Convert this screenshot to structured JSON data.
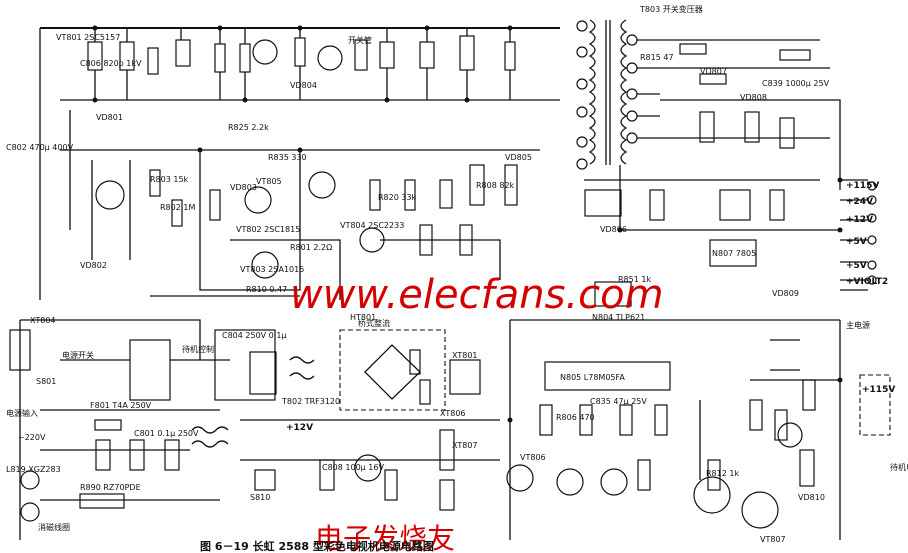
{
  "caption": "图 6－19  长虹 2588 型彩色电视机电源电路图",
  "watermark": {
    "site": "www.elecfans.com",
    "brand": "电子发烧友"
  },
  "labels": {
    "transformer": "T803 开关变压器",
    "switch_tube": "开关管",
    "power_switch": "电源开关",
    "power_input": "电源输入",
    "ac_input": "~220V",
    "degauss": "消磁线圈",
    "standby": "待机控制",
    "bridge": "桥式整流",
    "main_power": "主电源",
    "standby_power": "待机电源",
    "xt801": "XT801",
    "xt804": "XT804",
    "xt806": "XT806",
    "xt807": "XT807"
  },
  "outputs": [
    "+115V",
    "+24V",
    "+12V",
    "+5V",
    "+5V",
    "+VIOLT2",
    "+12V",
    "+115V"
  ],
  "components": {
    "q_primary": [
      "VT801 2SC5157",
      "VT802 2SC1815",
      "VT803 2SA1015",
      "VT804 2SC2233",
      "VT805",
      "VT806",
      "VT807"
    ],
    "ic": [
      "N805 L78M05FA",
      "N807 7805",
      "N804 TLP621"
    ],
    "diodes": [
      "VD801",
      "VD802",
      "VD803",
      "VD804",
      "VD805",
      "VD806",
      "VD807",
      "VD808",
      "VD809",
      "VD810"
    ],
    "caps": [
      "C801 0.1μ 250V",
      "C802 470μ 400V",
      "C804 250V 0.1μ",
      "C806 820p 1kV",
      "C808 100μ 16V",
      "C835 47μ 25V",
      "C839 1000μ 25V"
    ],
    "resistors": [
      "R801 2.2Ω",
      "R802 1M",
      "R803 15k",
      "R806 470",
      "R808 82k",
      "R810 0.47",
      "R812 1k",
      "R815 47",
      "R820 33k",
      "R825 2.2k",
      "R835 330",
      "R851 1k"
    ],
    "misc": [
      "F801 T4A 250V",
      "L819 XGZ283",
      "R890 RZ70PDE",
      "S801",
      "S810",
      "T802 TRF3120",
      "HT801"
    ]
  }
}
